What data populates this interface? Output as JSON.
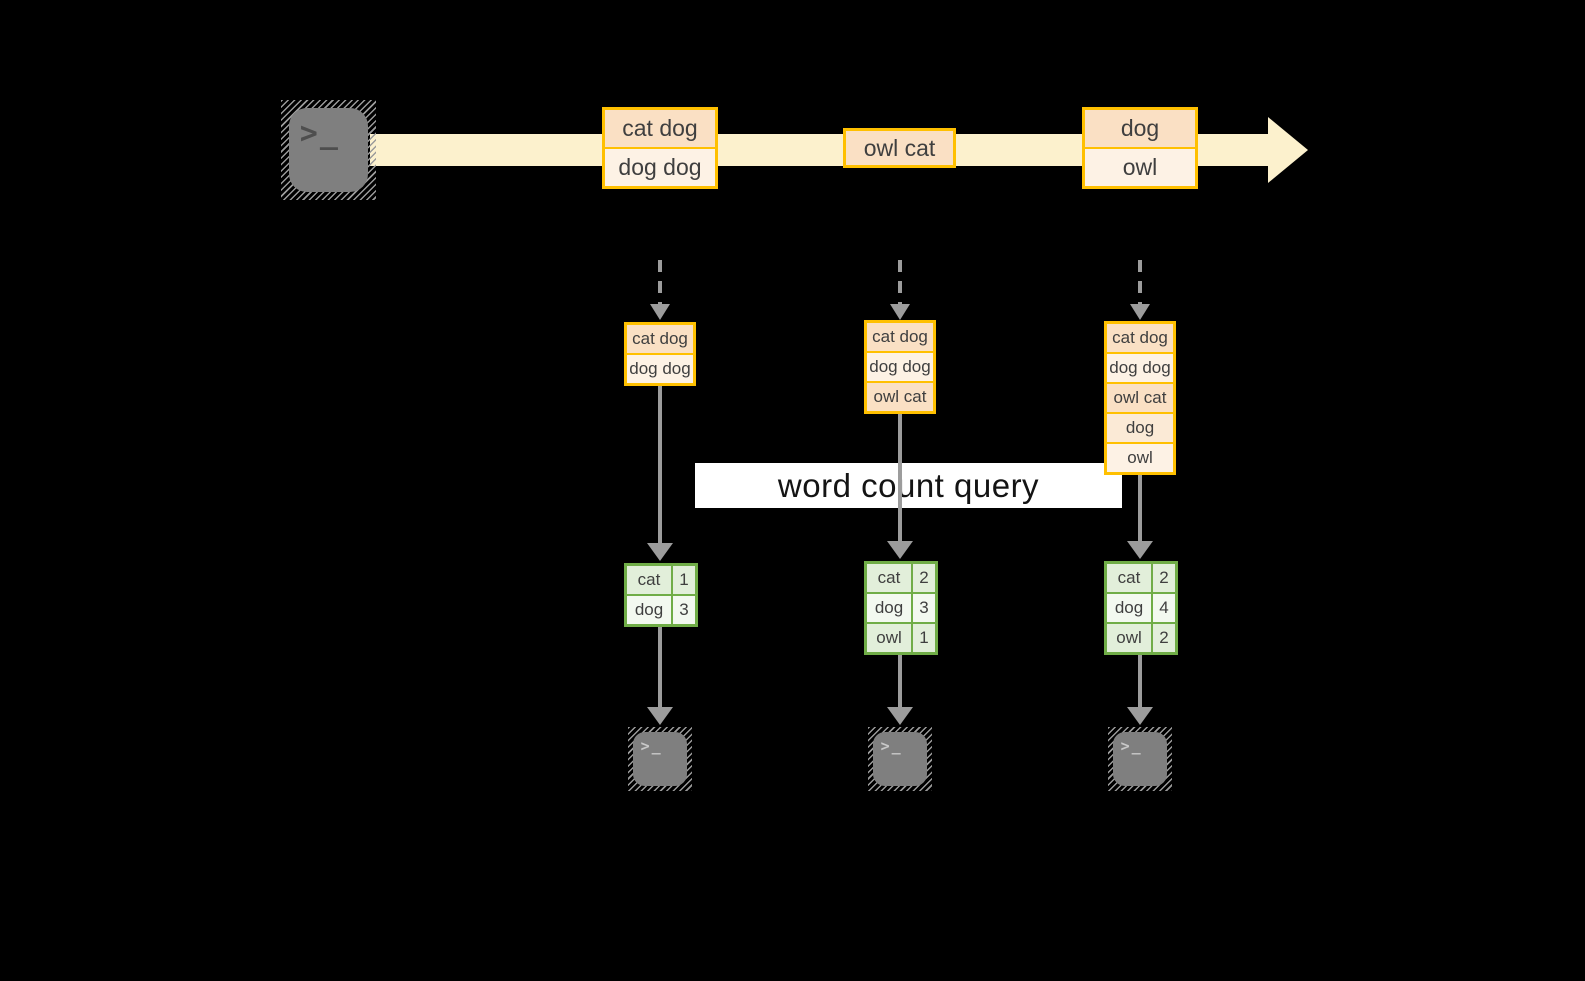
{
  "query_label": "word count query",
  "terminal_prompt": ">_",
  "stream_messages": [
    {
      "rows": [
        "cat dog",
        "dog dog"
      ]
    },
    {
      "rows": [
        "owl cat"
      ]
    },
    {
      "rows": [
        "dog",
        "owl"
      ]
    }
  ],
  "state_buffers": [
    {
      "rows": [
        "cat dog",
        "dog dog"
      ]
    },
    {
      "rows": [
        "cat dog",
        "dog dog",
        "owl cat"
      ]
    },
    {
      "rows": [
        "cat dog",
        "dog dog",
        "owl cat",
        "dog",
        "owl"
      ]
    }
  ],
  "count_tables": [
    {
      "rows": [
        {
          "word": "cat",
          "count": "1"
        },
        {
          "word": "dog",
          "count": "3"
        }
      ]
    },
    {
      "rows": [
        {
          "word": "cat",
          "count": "2"
        },
        {
          "word": "dog",
          "count": "3"
        },
        {
          "word": "owl",
          "count": "1"
        }
      ]
    },
    {
      "rows": [
        {
          "word": "cat",
          "count": "2"
        },
        {
          "word": "dog",
          "count": "4"
        },
        {
          "word": "owl",
          "count": "2"
        }
      ]
    }
  ],
  "icons": {
    "source": "terminal-icon",
    "sink": "terminal-icon"
  },
  "colors": {
    "background": "#000000",
    "stream_band": "#FCF1CD",
    "amber_border": "#FFC000",
    "peach_dark": "#FAE0C4",
    "peach_light": "#FDF2E5",
    "green_border": "#70AD47",
    "green_fill_dark": "#E2EFDA",
    "green_fill_light": "#F3F9F0",
    "arrow_gray": "#9C9C9C",
    "terminal_gray": "#7F7F7F",
    "label_background": "#FFFFFF",
    "text": "#3F3F3F"
  }
}
